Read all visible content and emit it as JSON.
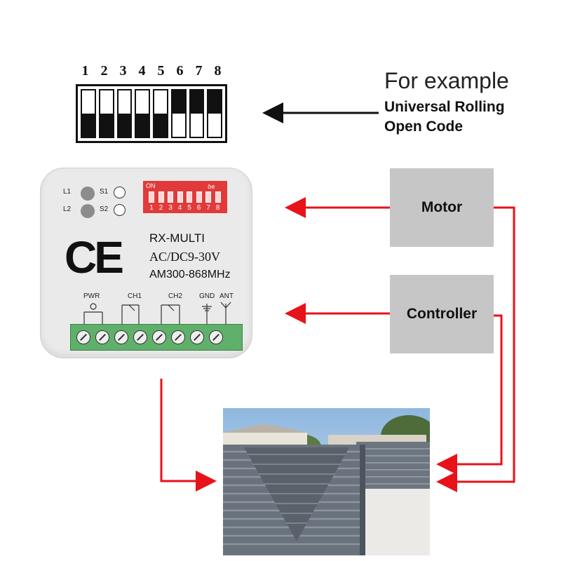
{
  "dip_switch": {
    "numbers": [
      "1",
      "2",
      "3",
      "4",
      "5",
      "6",
      "7",
      "8"
    ],
    "states": [
      "down",
      "down",
      "down",
      "down",
      "down",
      "up",
      "up",
      "up"
    ]
  },
  "example": {
    "title": "For example",
    "line1": "Universal Rolling",
    "line2": "Open Code"
  },
  "receiver": {
    "l1": "L1",
    "l2": "L2",
    "s1": "S1",
    "s2": "S2",
    "dip_on": "ON",
    "dip_mark": "ꝺe",
    "dip_numbers": [
      "1",
      "2",
      "3",
      "4",
      "5",
      "6",
      "7",
      "8"
    ],
    "ce_mark": "CE",
    "model": "RX-MULTI",
    "voltage": "AC/DC9-30V",
    "frequency": "AM300-868MHz",
    "terminals": {
      "pwr": "PWR",
      "ch1": "CH1",
      "ch2": "CH2",
      "gnd": "GND",
      "ant": "ANT"
    }
  },
  "boxes": {
    "motor": "Motor",
    "controller": "Controller"
  },
  "colors": {
    "arrow_red": "#e8121a",
    "arrow_black": "#111111",
    "box_gray": "#c6c6c6",
    "terminal_green": "#5fb06a"
  }
}
